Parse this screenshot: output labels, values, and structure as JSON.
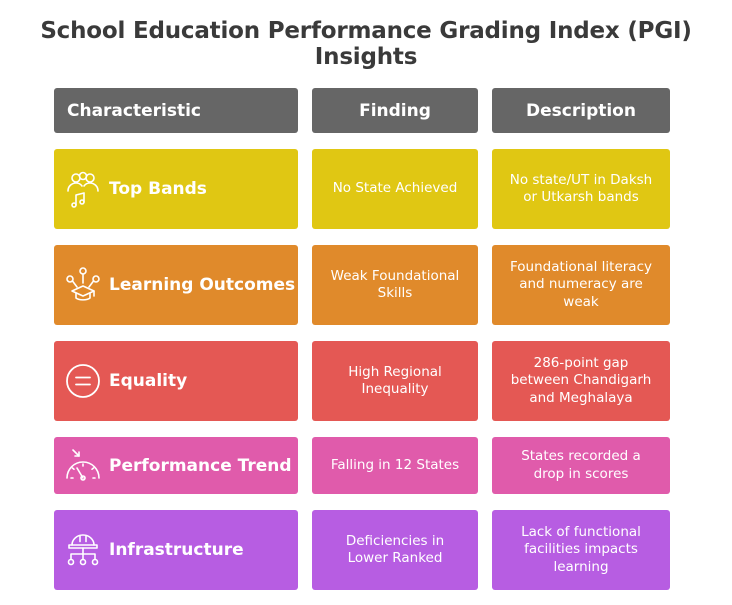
{
  "title": "School Education Performance Grading Index (PGI) Insights",
  "headers": {
    "characteristic": "Characteristic",
    "finding": "Finding",
    "description": "Description"
  },
  "rows": [
    {
      "characteristic": "Top Bands",
      "finding": "No State Achieved",
      "description": "No state/UT in Daksh or Utkarsh bands",
      "icon": "group-music-icon",
      "color": "#e0c713"
    },
    {
      "characteristic": "Learning Outcomes",
      "finding": "Weak Foundational Skills",
      "description": "Foundational literacy and numeracy are weak",
      "icon": "graduation-cap-network-icon",
      "color": "#e08a2b"
    },
    {
      "characteristic": "Equality",
      "finding": "High Regional Inequality",
      "description": "286-point gap between Chandigarh and Meghalaya",
      "icon": "equals-circle-icon",
      "color": "#e45854"
    },
    {
      "characteristic": "Performance Trend",
      "finding": "Falling in 12 States",
      "description": "States recorded a drop in scores",
      "icon": "gauge-down-icon",
      "color": "#e05bab"
    },
    {
      "characteristic": "Infrastructure",
      "finding": "Deficiencies in Lower Ranked",
      "description": "Lack of functional facilities impacts learning",
      "icon": "hardhat-network-icon",
      "color": "#b75de2"
    }
  ]
}
